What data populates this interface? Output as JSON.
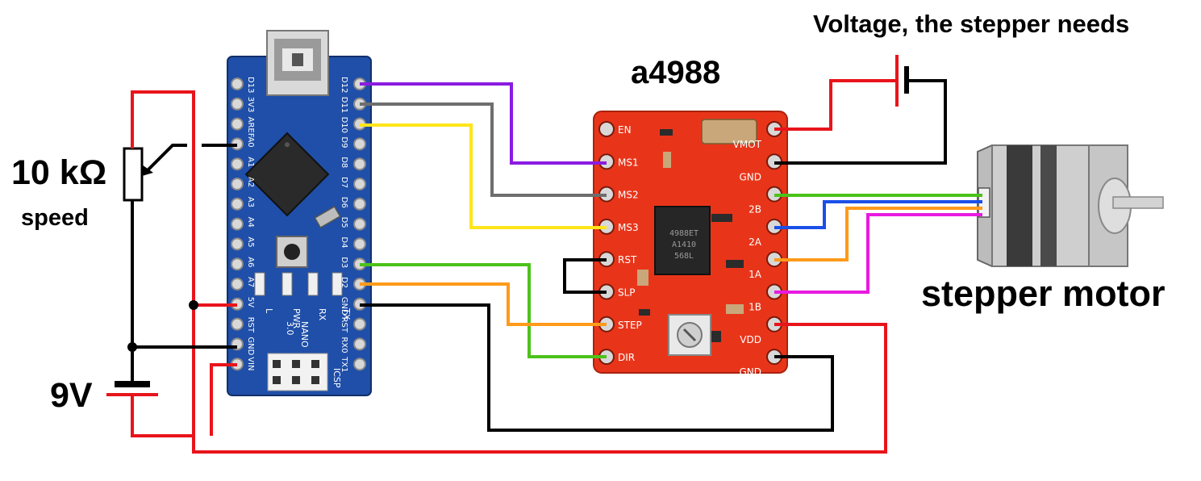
{
  "labels": {
    "voltage_note": "Voltage, the stepper needs",
    "driver_title": "a4988",
    "resistor_value": "10 kΩ",
    "resistor_role": "speed",
    "battery_voltage": "9V",
    "motor_title": "stepper motor"
  },
  "arduino": {
    "name": "NANO",
    "version": "3.0",
    "left_pins": [
      "D13",
      "3V3",
      "AREF",
      "A0",
      "A1",
      "A2",
      "A3",
      "A4",
      "A5",
      "A6",
      "A7",
      "5V",
      "RST",
      "GND",
      "VIN"
    ],
    "right_pins": [
      "D12",
      "D11",
      "D10",
      "D9",
      "D8",
      "D7",
      "D6",
      "D5",
      "D4",
      "D3",
      "D2",
      "GND",
      "RST",
      "RX0",
      "TX1"
    ],
    "led_labels": [
      "L",
      "PWR",
      "RX",
      "TX"
    ],
    "icsp_label": "ICSP"
  },
  "driver": {
    "left_pins": [
      "EN",
      "MS1",
      "MS2",
      "MS3",
      "RST",
      "SLP",
      "STEP",
      "DIR"
    ],
    "right_pins": [
      "VMOT",
      "GND",
      "2B",
      "2A",
      "1A",
      "1B",
      "VDD",
      "GND"
    ],
    "chip_lines": [
      "4988ET",
      "A1410",
      "568L"
    ]
  },
  "colors": {
    "red": "#e8141b",
    "black": "#000000",
    "purple": "#8b1be0",
    "gray": "#6e6e6e",
    "yellow": "#ffe51a",
    "green": "#4cc21a",
    "orange": "#ff9a1a",
    "blue": "#1a4fe8",
    "magenta": "#e81ae0",
    "nano_board": "#1f4fa8",
    "driver_board": "#e8351a"
  }
}
